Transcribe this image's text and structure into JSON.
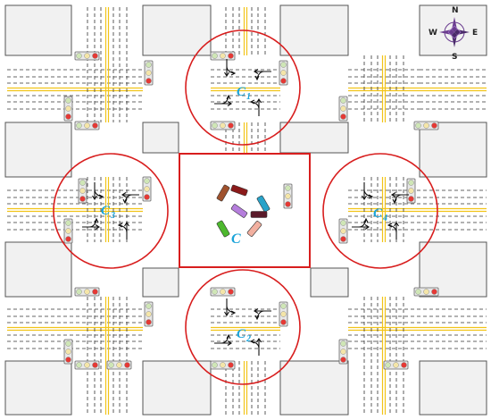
{
  "compass": {
    "north": "N",
    "south": "S",
    "east": "E",
    "west": "W"
  },
  "intersections": [
    {
      "id": "c1",
      "letter": "C",
      "subscript": "1"
    },
    {
      "id": "c2",
      "letter": "C",
      "subscript": "2"
    },
    {
      "id": "c3",
      "letter": "C",
      "subscript": "3"
    },
    {
      "id": "c4",
      "letter": "C",
      "subscript": "4"
    }
  ],
  "center_region": {
    "letter": "C"
  },
  "colors": {
    "circle": "#d81e1e",
    "label": "#1aa3d9",
    "building_fill": "#f1f1f1",
    "building_stroke": "#555555",
    "yellow_line": "#f2c418",
    "lane_dash": "#333333",
    "signal_red": "#e53935",
    "signal_yellow": "#fbc02d",
    "signal_green": "#7cb342",
    "compass_purple": "#6a3c8f"
  },
  "vehicles": [
    {
      "color": "#a0522d",
      "angle": -60
    },
    {
      "color": "#8b1a1a",
      "angle": 20
    },
    {
      "color": "#29a3c9",
      "angle": 60
    },
    {
      "color": "#b57edc",
      "angle": 35
    },
    {
      "color": "#5a1a2a",
      "angle": 0
    },
    {
      "color": "#4db82e",
      "angle": 60
    },
    {
      "color": "#f2b0a0",
      "angle": -50
    }
  ]
}
